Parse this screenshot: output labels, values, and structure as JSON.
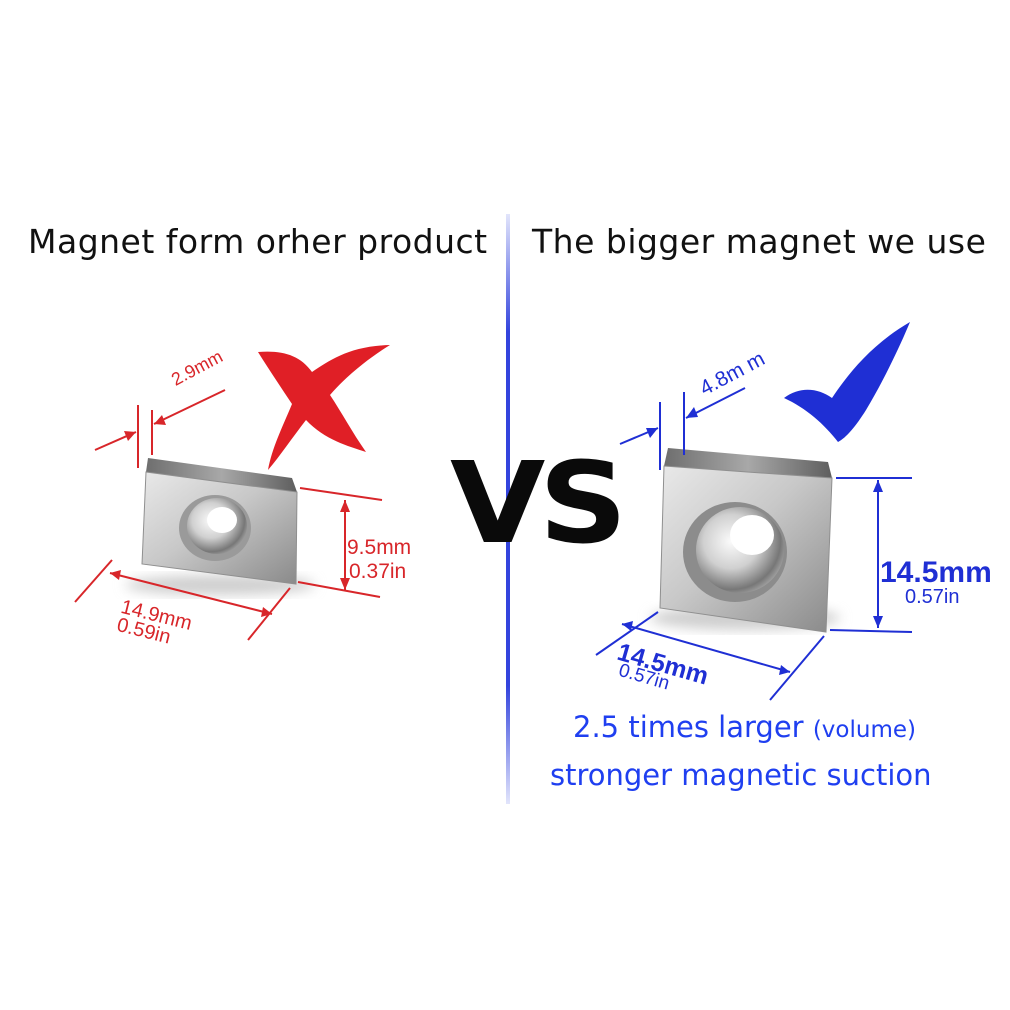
{
  "left": {
    "heading": "Magnet form orher product",
    "thickness": "2.9mm",
    "height_mm": "9.5mm",
    "height_in": "0.37in",
    "width_mm": "14.9mm",
    "width_in": "0.59in",
    "mark_icon": "red-cross-icon",
    "color": "#d8262a"
  },
  "center": {
    "vs": "VS"
  },
  "right": {
    "heading": "The bigger magnet we use",
    "thickness": "4.8m m",
    "height_mm": "14.5mm",
    "height_in": "0.57in",
    "width_mm": "14.5mm",
    "width_in": "0.57in",
    "mark_icon": "blue-check-icon",
    "color": "#1f2fd4",
    "caption_line1_main": "2.5 times larger",
    "caption_line1_small": "(volume)",
    "caption_line2": "stronger magnetic suction"
  }
}
